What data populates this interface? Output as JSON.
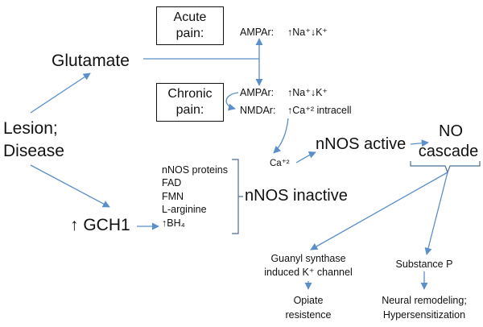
{
  "nodes": {
    "glutamate": "Glutamate",
    "lesion": "Lesion;",
    "disease": "Disease",
    "gch1": "↑ GCH1",
    "acute_pain_1": "Acute",
    "acute_pain_2": "pain:",
    "chronic_pain_1": "Chronic",
    "chronic_pain_2": "pain:",
    "ampar_acute": "AMPAr:",
    "ampar_acute_effect": "↑Na⁺↓K⁺",
    "ampar_chronic": "AMPAr:",
    "ampar_chronic_effect": "↑Na⁺↓K⁺",
    "nmdar": "NMDAr:",
    "nmdar_effect": "↑Ca⁺² intracell",
    "ca": "Ca⁺²",
    "nnos_active": "nNOS active",
    "nnos_inactive": "nNOS inactive",
    "no_cascade_1": "NO",
    "no_cascade_2": "cascade",
    "cofactors": [
      "nNOS proteins",
      "FAD",
      "FMN",
      "L-arginine",
      "↑BH₄"
    ],
    "guanyl_1": "Guanyl synthase",
    "guanyl_2": "induced K⁺ channel",
    "opiate_1": "Opiate",
    "opiate_2": "resistence",
    "substance_p": "Substance P",
    "neural_1": "Neural remodeling;",
    "neural_2": "Hypersensitization"
  },
  "colors": {
    "arrow": "#5b8fc9",
    "bracket": "#4a6f9a",
    "text": "#111111"
  }
}
